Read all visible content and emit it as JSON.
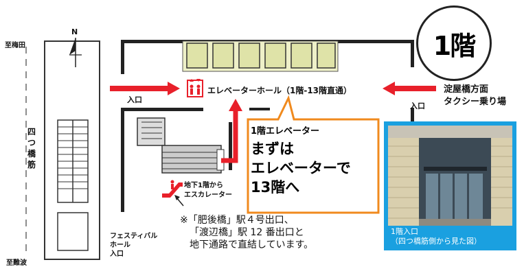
{
  "floor_badge": "1階",
  "north_label": "N",
  "street_top_label": "至梅田",
  "street_bottom_label": "至難波",
  "street_name": "四つ橋筋",
  "entrance_left": "入口",
  "entrance_right": "入口",
  "taxi_label_line1": "淀屋橋方面",
  "taxi_label_line2": "タクシー乗り場",
  "elevator_hall": "エレベーターホール（1階-13階直通）",
  "escalator_line1": "地下1階から",
  "escalator_line2": "エスカレーター",
  "festival_line1": "フェスティバル",
  "festival_line2": "ホール",
  "festival_line3": "入口",
  "callout": {
    "subtitle": "1階エレベーター",
    "line1": "まずは",
    "line2": "エレベーターで",
    "line3": "13階へ"
  },
  "photo_caption_line1": "1階入口",
  "photo_caption_line2": "（四つ橋筋側から見た図）",
  "note_line1": "※「肥後橋」駅４号出口、",
  "note_line2": "「渡辺橋」駅 12 番出口と",
  "note_line3": "地下通路で直結しています。",
  "colors": {
    "arrow": "#e8202a",
    "callout_border": "#f08a1e",
    "photo_frame": "#1aa0e0",
    "elevator_box": "#eef0c8"
  }
}
